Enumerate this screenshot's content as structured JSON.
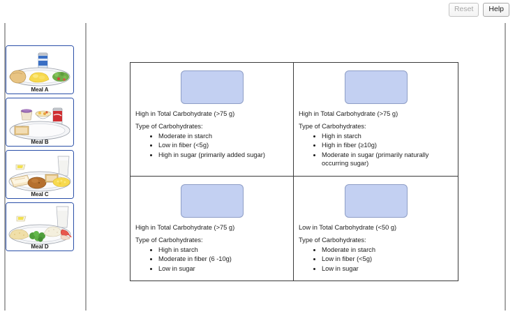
{
  "toolbar": {
    "reset_label": "Reset",
    "help_label": "Help"
  },
  "sidebar": {
    "meals": [
      {
        "id": "meal-a",
        "label": "Meal A",
        "alt": "Plate with bread roll, scrambled eggs and side salad, with a blue soda can"
      },
      {
        "id": "meal-b",
        "label": "Meal B",
        "alt": "Plate with slice of toast, a yogurt cup, a bowl of fruit salad and a red soda can"
      },
      {
        "id": "meal-c",
        "label": "Meal C",
        "alt": "Plate with sandwich, baked potato, slice of toast and corn, with a glass of milk and butter pat"
      },
      {
        "id": "meal-d",
        "label": "Meal D",
        "alt": "Plate with couscous, broccoli, apple slices and rice, with a glass of milk and butter pat"
      }
    ]
  },
  "matrix": {
    "cells": [
      {
        "id": "cell-top-left",
        "dropzone_name": "dropzone-top-left",
        "heading": "High in Total Carbohydrate (>75 g)",
        "subheading": "Type of Carbohydrates:",
        "bullets": [
          "Moderate in starch",
          "Low in fiber (<5g)",
          "High in sugar (primarily added sugar)"
        ]
      },
      {
        "id": "cell-top-right",
        "dropzone_name": "dropzone-top-right",
        "heading": "High in Total Carbohydrate (>75 g)",
        "subheading": "Type of Carbohydrates:",
        "bullets": [
          "High in starch",
          "High in fiber (≥10g)",
          "Moderate in sugar (primarily naturally occurring sugar)"
        ]
      },
      {
        "id": "cell-bottom-left",
        "dropzone_name": "dropzone-bottom-left",
        "heading": "High in Total Carbohydrate (>75 g)",
        "subheading": "Type of Carbohydrates:",
        "bullets": [
          "High in starch",
          "Moderate in fiber (6 -10g)",
          "Low in sugar"
        ]
      },
      {
        "id": "cell-bottom-right",
        "dropzone_name": "dropzone-bottom-right",
        "heading": "Low in Total Carbohydrate (<50 g)",
        "subheading": "Type of Carbohydrates:",
        "bullets": [
          "Moderate in starch",
          "Low in fiber (<5g)",
          "Low in sugar"
        ]
      }
    ]
  },
  "colors": {
    "dropzone_fill": "#c3d0f2",
    "dropzone_border": "#8e9ec6",
    "tile_border": "#2a4fa8",
    "frame_border": "#a8a8a8",
    "table_border": "#3a3a3a",
    "text": "#1c1c1c"
  }
}
